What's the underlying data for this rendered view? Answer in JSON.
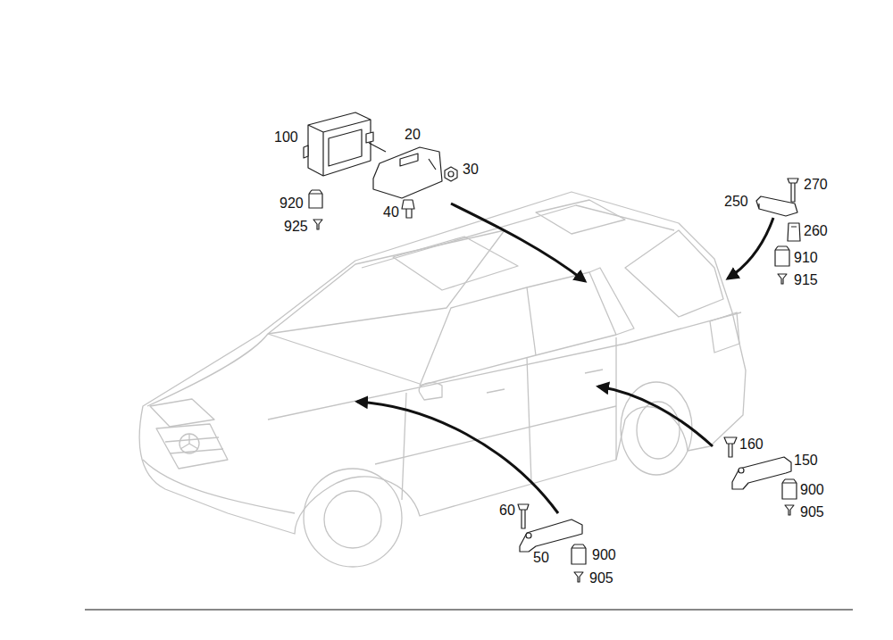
{
  "diagram": {
    "labels": [
      "100",
      "20",
      "30",
      "40",
      "920",
      "925",
      "250",
      "270",
      "260",
      "910",
      "915",
      "160",
      "150",
      "900",
      "905",
      "60",
      "50",
      "900",
      "905"
    ]
  }
}
